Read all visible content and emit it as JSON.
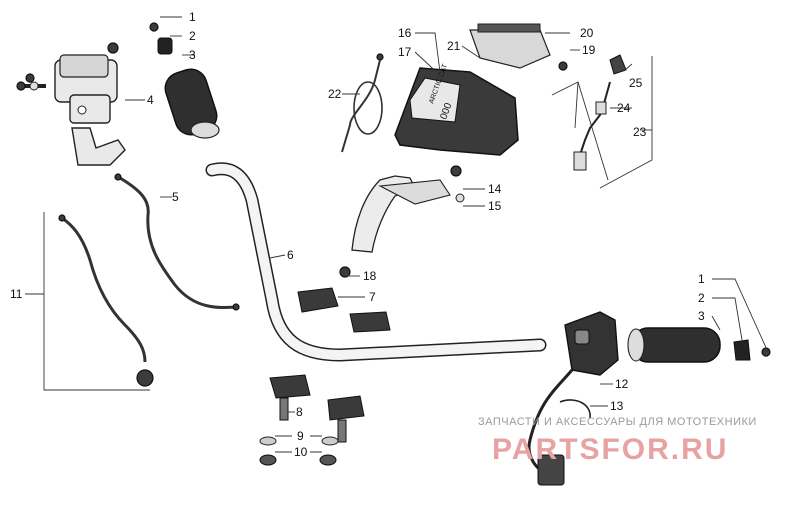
{
  "callouts": {
    "c1a": "1",
    "c2a": "2",
    "c3a": "3",
    "c4": "4",
    "c5": "5",
    "c6": "6",
    "c7": "7",
    "c8": "8",
    "c9": "9",
    "c10": "10",
    "c11": "11",
    "c12": "12",
    "c13": "13",
    "c14": "14",
    "c15": "15",
    "c16": "16",
    "c17": "17",
    "c18": "18",
    "c19": "19",
    "c20": "20",
    "c21": "21",
    "c22": "22",
    "c23": "23",
    "c24": "24",
    "c25": "25",
    "c1b": "1",
    "c2b": "2",
    "c3b": "3"
  },
  "watermark": {
    "line1": "ЗАПЧАСТИ И АКСЕССУАРЫ ДЛЯ МОТОТЕХНИКИ",
    "line2": "PARTSFOR.RU"
  },
  "gauge_text": {
    "brand": "ARCTIC CAT",
    "reading": "000"
  }
}
